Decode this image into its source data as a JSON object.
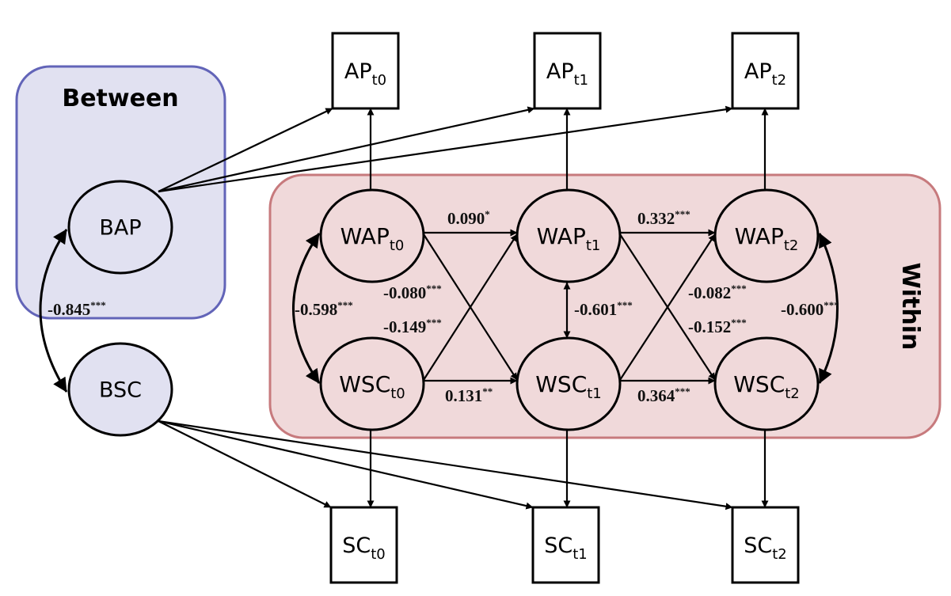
{
  "colors": {
    "between_fill": "#e1e1f1",
    "between_stroke": "#6264b8",
    "within_fill": "#f0d9da",
    "within_stroke": "#c77a7d",
    "line": "#000000"
  },
  "panels": {
    "between": {
      "title": "Between"
    },
    "within": {
      "title": "Within"
    }
  },
  "nodes": {
    "BAP": {
      "label": "BAP",
      "sub": ""
    },
    "BSC": {
      "label": "BSC",
      "sub": ""
    },
    "WAP0": {
      "label": "WAP",
      "sub": "t0"
    },
    "WAP1": {
      "label": "WAP",
      "sub": "t1"
    },
    "WAP2": {
      "label": "WAP",
      "sub": "t2"
    },
    "WSC0": {
      "label": "WSC",
      "sub": "t0"
    },
    "WSC1": {
      "label": "WSC",
      "sub": "t1"
    },
    "WSC2": {
      "label": "WSC",
      "sub": "t2"
    },
    "AP0": {
      "label": "AP",
      "sub": "t0"
    },
    "AP1": {
      "label": "AP",
      "sub": "t1"
    },
    "AP2": {
      "label": "AP",
      "sub": "t2"
    },
    "SC0": {
      "label": "SC",
      "sub": "t0"
    },
    "SC1": {
      "label": "SC",
      "sub": "t1"
    },
    "SC2": {
      "label": "SC",
      "sub": "t2"
    }
  },
  "coefficients": {
    "between_cov": {
      "value": "-0.845",
      "sig": "***"
    },
    "cov_t0": {
      "value": "-0.598",
      "sig": "***"
    },
    "cov_t1": {
      "value": "-0.601",
      "sig": "***"
    },
    "cov_t2": {
      "value": "-0.600",
      "sig": "***"
    },
    "ap_ar_01": {
      "value": "0.090",
      "sig": "*"
    },
    "ap_ar_12": {
      "value": "0.332",
      "sig": "***"
    },
    "sc_ar_01": {
      "value": "0.131",
      "sig": "**"
    },
    "sc_ar_12": {
      "value": "0.364",
      "sig": "***"
    },
    "ap_to_sc_01": {
      "value": "-0.080",
      "sig": "***"
    },
    "sc_to_ap_01": {
      "value": "-0.149",
      "sig": "***"
    },
    "ap_to_sc_12": {
      "value": "-0.152",
      "sig": "***"
    },
    "sc_to_ap_12": {
      "value": "-0.082",
      "sig": "***"
    }
  }
}
